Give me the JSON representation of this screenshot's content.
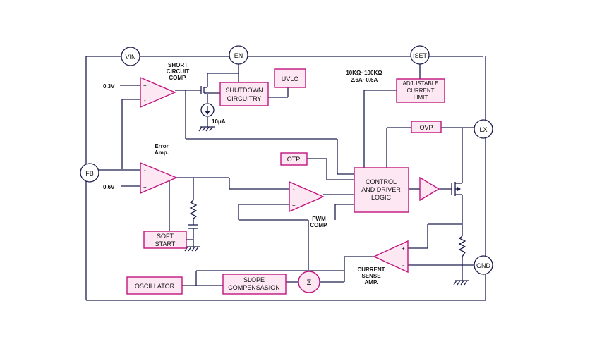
{
  "pins": {
    "vin": "VIN",
    "en": "EN",
    "iset": "ISET",
    "fb": "FB",
    "lx": "LX",
    "gnd": "GND"
  },
  "blocks": {
    "uvlo": "UVLO",
    "shutdown_l1": "SHUTDOWN",
    "shutdown_l2": "CIRCUITRY",
    "adj_l1": "ADJUSTABLE",
    "adj_l2": "CURRENT",
    "adj_l3": "LIMIT",
    "ovp": "OVP",
    "otp": "OTP",
    "control_l1": "CONTROL",
    "control_l2": "AND DRIVER",
    "control_l3": "LOGIC",
    "soft_l1": "SOFT",
    "soft_l2": "START",
    "oscillator": "OSCILLATOR",
    "slope_l1": "SLOPE",
    "slope_l2": "COMPENSASION",
    "sigma": "Σ"
  },
  "labels": {
    "short_l1": "SHORT",
    "short_l2": "CIRCUIT",
    "short_l3": "COMP.",
    "ref_03": "0.3V",
    "ref_06": "0.6V",
    "error_l1": "Error",
    "error_l2": "Amp.",
    "current_src": "10μA",
    "iset_range": "10KΩ~100KΩ",
    "iset_current": "2.6A~0.6A",
    "pwm_l1": "PWM",
    "pwm_l2": "COMP.",
    "cs_l1": "CURRENT",
    "cs_l2": "SENSE",
    "cs_l3": "AMP.",
    "plus": "+",
    "minus": "-"
  },
  "colors": {
    "block_stroke": "#c0157e",
    "wire": "#1d1d4f",
    "block_fill": "#fde7f3"
  }
}
